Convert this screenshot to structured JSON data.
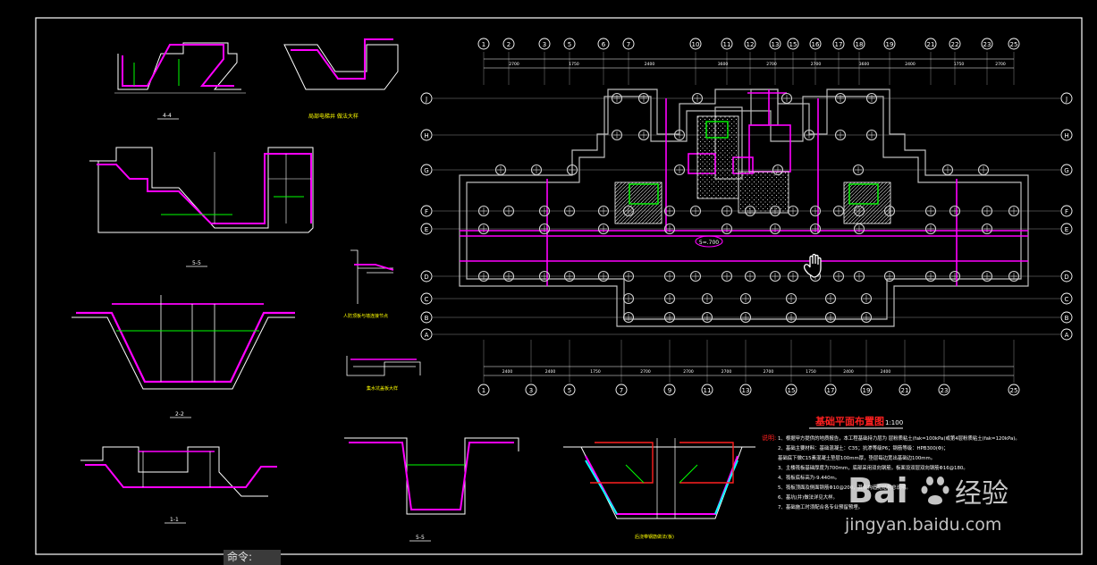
{
  "command_line": {
    "prompt": "命令:"
  },
  "plan": {
    "title": "基础平面布置图",
    "scale": "1:100",
    "top_axes": [
      "1",
      "2",
      "3",
      "5",
      "6",
      "7",
      "10",
      "11",
      "12",
      "13",
      "15",
      "16",
      "17",
      "18",
      "19",
      "21",
      "22",
      "23",
      "25"
    ],
    "bottom_axes": [
      "1",
      "3",
      "5",
      "7",
      "9",
      "11",
      "13",
      "15",
      "17",
      "19",
      "21",
      "23",
      "25"
    ],
    "row_axes": [
      "J",
      "H",
      "G",
      "F",
      "E",
      "D",
      "C",
      "B",
      "A"
    ],
    "top_dims": [
      "2700",
      "1750",
      "2400",
      "3600",
      "2700",
      "2700",
      "3600",
      "2400",
      "1750",
      "2700"
    ],
    "bottom_dims": [
      "2400",
      "2400",
      "1750",
      "2700",
      "2700",
      "2700",
      "2700",
      "1750",
      "2400",
      "2400"
    ],
    "badge": "5=.700"
  },
  "sections": {
    "s44": "4-4",
    "s55a": "5-5",
    "s22": "2-2",
    "s11": "1-1",
    "s55b": "5-5",
    "pit_note": "局部电梯井 做法大样",
    "detail_a": "后浇带钢筋做法(板)",
    "detail_b": "集水坑盖板大样",
    "detail_c": "人防顶板与墙连接节点"
  },
  "notes": {
    "heading": "说明:",
    "lines": [
      "1、根据甲方提供的地质报告，本工程基础持力层为 层粉质粘土(fak=100kPa)或第4层粉质粘土(fak=120kPa)。",
      "2、基础主要材料：基础混凝土：C35；抗渗等级P6；钢筋等级：HPB300(Φ)；",
      "   基础底下做C15素混凝土垫层100mm厚，垫层每边宽出基础边100mm。",
      "3、主楼筏板基础厚度为700mm，底部采用双向钢筋，板面设双层双向钢筋Φ16@180。",
      "4、筏板底标高为-9.440m。",
      "5、筏板顶面及侧面钢筋Φ10@200，其余构造见结构总说明。",
      "6、基坑(井)做法详见大样。",
      "7、基础施工时须配合各专业预留预埋。"
    ]
  },
  "watermark": {
    "url": "jingyan.baidu.com",
    "brand": "Bai",
    "brand2": "经验"
  },
  "colors": {
    "background": "#000000",
    "white": "#ffffff",
    "magenta": "#ff00ff",
    "green": "#00ff00",
    "red": "#ff2020",
    "cyan": "#00ffff",
    "yellow": "#ffff00",
    "grey": "#9a9a9a"
  }
}
